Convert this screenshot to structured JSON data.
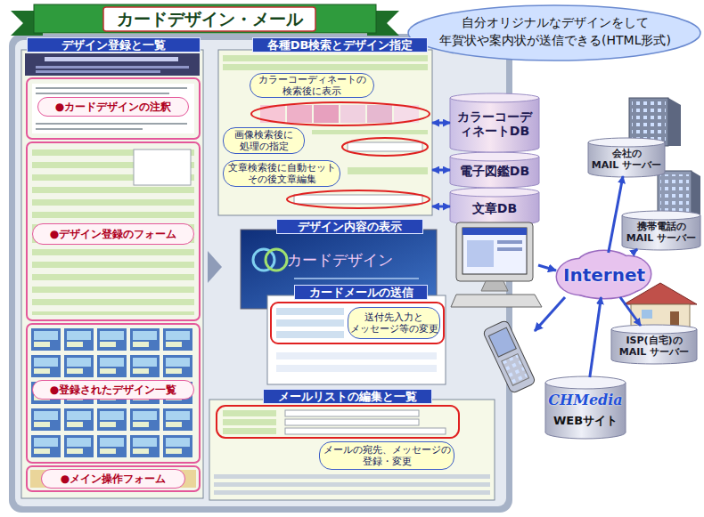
{
  "diagram": {
    "title": "カードデザイン・メール",
    "nodes": [
      {
        "text": [
          "デザイン登録と一覧"
        ]
      },
      {
        "text": [
          "●カードデザインの注釈"
        ],
        "in": 0
      },
      {
        "text": [
          "●デザイン登録のフォーム"
        ],
        "in": 0
      },
      {
        "text": [
          "●登録されたデザイン一覧"
        ],
        "in": 0
      },
      {
        "text": [
          "●メイン操作フォーム"
        ],
        "in": 0
      },
      {
        "text": [
          "各種DB検索とデザイン指定"
        ]
      },
      {
        "text": [
          "カラーコーディネートの 検索後に表示"
        ],
        "in": 5
      },
      {
        "text": [
          "画像検索後に 処理の指定"
        ],
        "in": 5
      },
      {
        "text": [
          "文章検索後に自動セット その後文章編集"
        ],
        "in": 5
      },
      {
        "text": [
          "カラーコーディネートDB"
        ]
      },
      {
        "text": [
          "電子図鑑DB"
        ]
      },
      {
        "text": [
          "文章DB"
        ]
      },
      {
        "text": [
          "デザイン内容の表示"
        ]
      },
      {
        "text": [
          "カードメールの送信"
        ]
      },
      {
        "text": [
          "送付先入力と メッセージ等の変更"
        ],
        "in": 13
      },
      {
        "text": [
          "メールリストの編集と一覧"
        ]
      },
      {
        "text": [
          "メールの宛先、メッセージの 登録・変更"
        ],
        "in": 15
      },
      {
        "text": [
          "自分オリジナルなデザインをして 年賀状や案内状が送信できる(HTML形式)"
        ]
      },
      {
        "text": [
          "Internet"
        ]
      },
      {
        "text": [
          "会社の MAIL サーバー"
        ]
      },
      {
        "text": [
          "携帯電話の MAIL サーバー"
        ]
      },
      {
        "text": [
          "ISP(自宅)の MAIL サーバー"
        ]
      },
      {
        "text": [
          "CHMedia",
          "WEBサイト"
        ]
      }
    ],
    "edges": [
      {
        "from": 5,
        "to": 9,
        "arrow": "both"
      },
      {
        "from": 5,
        "to": 10,
        "arrow": "both"
      },
      {
        "from": 5,
        "to": 11,
        "arrow": "both"
      },
      {
        "from": 18,
        "to": 19,
        "arrow": "to"
      },
      {
        "from": 18,
        "to": 20,
        "arrow": "to"
      },
      {
        "from": 18,
        "to": 21,
        "arrow": "to"
      },
      {
        "from": 22,
        "to": 18,
        "arrow": "to"
      }
    ],
    "labels": [
      "カードデザイン"
    ]
  }
}
